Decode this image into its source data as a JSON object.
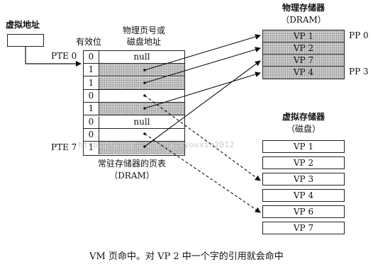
{
  "virtual_address_label": "虚拟地址",
  "page_table": {
    "valid_bit_header": "有效位",
    "address_header_line1": "物理页号或",
    "address_header_line2": "磁盘地址",
    "pte_first_label": "PTE 0",
    "pte_last_label": "PTE 7",
    "caption_line1": "常驻存储器的页表",
    "caption_line2": "（DRAM）",
    "rows": [
      {
        "valid": "0",
        "address": "null",
        "shaded": false
      },
      {
        "valid": "1",
        "address": "",
        "shaded": true
      },
      {
        "valid": "1",
        "address": "",
        "shaded": true
      },
      {
        "valid": "0",
        "address": "",
        "shaded": false
      },
      {
        "valid": "1",
        "address": "",
        "shaded": true
      },
      {
        "valid": "0",
        "address": "null",
        "shaded": false
      },
      {
        "valid": "0",
        "address": "",
        "shaded": false
      },
      {
        "valid": "1",
        "address": "",
        "shaded": true
      }
    ]
  },
  "physical_memory": {
    "title_line1": "物理存储器",
    "title_line2": "（DRAM）",
    "pages": [
      "VP 1",
      "VP 2",
      "VP 7",
      "VP 4"
    ],
    "pp_first_label": "PP 0",
    "pp_last_label": "PP 3"
  },
  "disk": {
    "title_line1": "虚拟存储器",
    "title_line2": "（磁盘）",
    "pages": [
      "VP 1",
      "VP 2",
      "VP 3",
      "VP 4",
      "VP 6",
      "VP 7"
    ]
  },
  "caption": "VM 页命中。对 VP 2 中一个字的引用就会命中",
  "watermark": "http://blog.csdn.net/youxin2012"
}
